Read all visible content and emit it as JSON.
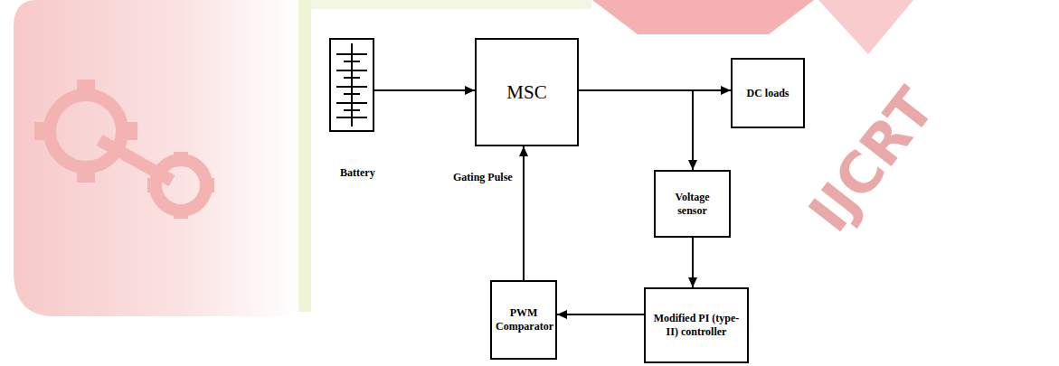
{
  "diagram": {
    "nodes": [
      {
        "text": [
          "Battery"
        ]
      },
      {
        "text": [
          "MSC"
        ]
      },
      {
        "text": [
          "DC loads"
        ]
      },
      {
        "text": [
          "Voltage sensor"
        ]
      },
      {
        "text": [
          "Modified PI (type-II) controller"
        ]
      },
      {
        "text": [
          "PWM Comparator"
        ]
      }
    ],
    "edges": [
      {
        "from": 0,
        "to": 1,
        "arrow": "to"
      },
      {
        "from": 1,
        "to": 2,
        "arrow": "to"
      },
      {
        "from": 1,
        "to": 3,
        "arrow": "to"
      },
      {
        "from": 3,
        "to": 4,
        "arrow": "to"
      },
      {
        "from": 4,
        "to": 5,
        "arrow": "to"
      },
      {
        "from": 5,
        "to": 1,
        "label": "Gating Pulse",
        "arrow": "to"
      }
    ],
    "labels": [
      "IJCRT"
    ]
  }
}
